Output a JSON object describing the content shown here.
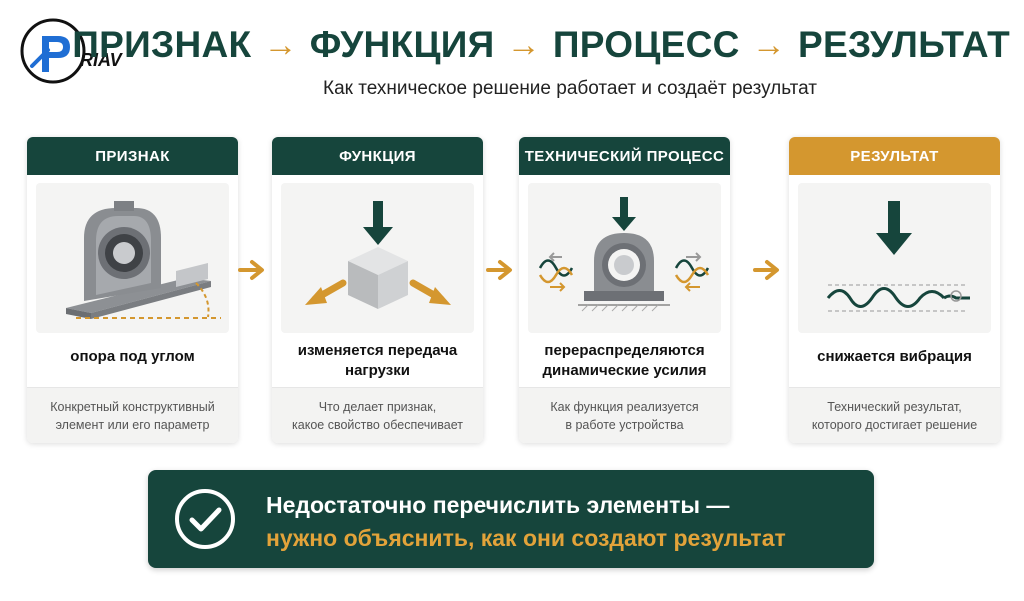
{
  "logo": {
    "text": "RIAV",
    "letter": "P"
  },
  "title": {
    "steps": [
      "ПРИЗНАК",
      "ФУНКЦИЯ",
      "ПРОЦЕСС",
      "РЕЗУЛЬТАТ"
    ],
    "separator": "→"
  },
  "subtitle": "Как техническое решение работает и создаёт результат",
  "cards": [
    {
      "header": "ПРИЗНАК",
      "label": "опора под углом",
      "description_lines": [
        "Конкретный конструктивный",
        "элемент или его параметр"
      ]
    },
    {
      "header": "ФУНКЦИЯ",
      "label_lines": [
        "изменяется передача",
        "нагрузки"
      ],
      "description_lines": [
        "Что делает признак,",
        "какое свойство обеспечивает"
      ]
    },
    {
      "header": "ТЕХНИЧЕСКИЙ ПРОЦЕСС",
      "label_lines": [
        "перераспределяются",
        "динамические усилия"
      ],
      "description_lines": [
        "Как функция реализуется",
        "в работе устройства"
      ]
    },
    {
      "header": "РЕЗУЛЬТАТ",
      "label": "снижается вибрация",
      "description_lines": [
        "Технический результат,",
        "которого достигает решение"
      ]
    }
  ],
  "banner": {
    "line1": "Недостаточно перечислить элементы —",
    "line2": "нужно объяснить, как они создают результат"
  },
  "colors": {
    "primary": "#16453c",
    "accent": "#d4972f",
    "logo_blue": "#1f6ed4"
  },
  "icons": [
    "logo-icon",
    "bearing-icon",
    "load-cube-icon",
    "dynamic-forces-icon",
    "vibration-wave-icon",
    "checkmark-icon",
    "arrow-right-icon"
  ]
}
